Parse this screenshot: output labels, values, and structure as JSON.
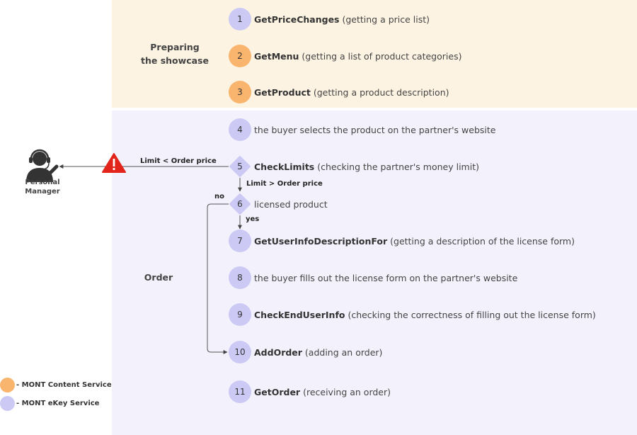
{
  "colors": {
    "content_service": "#f9b56e",
    "ekey_service": "#cccaf5",
    "prep_band": "#fdf3e3",
    "order_band": "#f3f2fc",
    "warning": "#e3241b"
  },
  "sections": {
    "preparing": "Preparing\nthe showcase",
    "order": "Order"
  },
  "steps": [
    {
      "num": "1",
      "name": "GetPriceChanges",
      "desc": " (getting a price list)",
      "service": "ekey",
      "shape": "circle"
    },
    {
      "num": "2",
      "name": "GetMenu",
      "desc": " (getting a list of product categories)",
      "service": "content",
      "shape": "circle"
    },
    {
      "num": "3",
      "name": "GetProduct",
      "desc": " (getting a product description)",
      "service": "content",
      "shape": "circle"
    },
    {
      "num": "4",
      "name": "",
      "desc": "the buyer selects the product on the partner's website",
      "service": "ekey",
      "shape": "circle"
    },
    {
      "num": "5",
      "name": "CheckLimits",
      "desc": " (checking the partner's money limit)",
      "service": "ekey",
      "shape": "diamond"
    },
    {
      "num": "6",
      "name": "",
      "desc": "licensed product",
      "service": "ekey",
      "shape": "diamond"
    },
    {
      "num": "7",
      "name": "GetUserInfoDescriptionFor",
      "desc": " (getting a description of the license form)",
      "service": "ekey",
      "shape": "circle"
    },
    {
      "num": "8",
      "name": "",
      "desc": "the buyer fills out the license form on the partner's website",
      "service": "ekey",
      "shape": "circle"
    },
    {
      "num": "9",
      "name": "CheckEndUserInfo",
      "desc": " (checking the correctness of filling out the license form)",
      "service": "ekey",
      "shape": "circle"
    },
    {
      "num": "10",
      "name": "AddOrder",
      "desc": " (adding an order)",
      "service": "ekey",
      "shape": "circle"
    },
    {
      "num": "11",
      "name": "GetOrder",
      "desc": " (receiving an order)",
      "service": "ekey",
      "shape": "circle"
    }
  ],
  "edges": {
    "limit_less": "Limit < Order price",
    "limit_greater": "Limit > Order price",
    "no": "no",
    "yes": "yes"
  },
  "manager": {
    "label": "Personal\nManager",
    "icon": "person-headset-icon"
  },
  "legend": [
    {
      "label": "- MONT Content Service",
      "service": "content"
    },
    {
      "label": "- MONT eKey Service",
      "service": "ekey"
    }
  ]
}
